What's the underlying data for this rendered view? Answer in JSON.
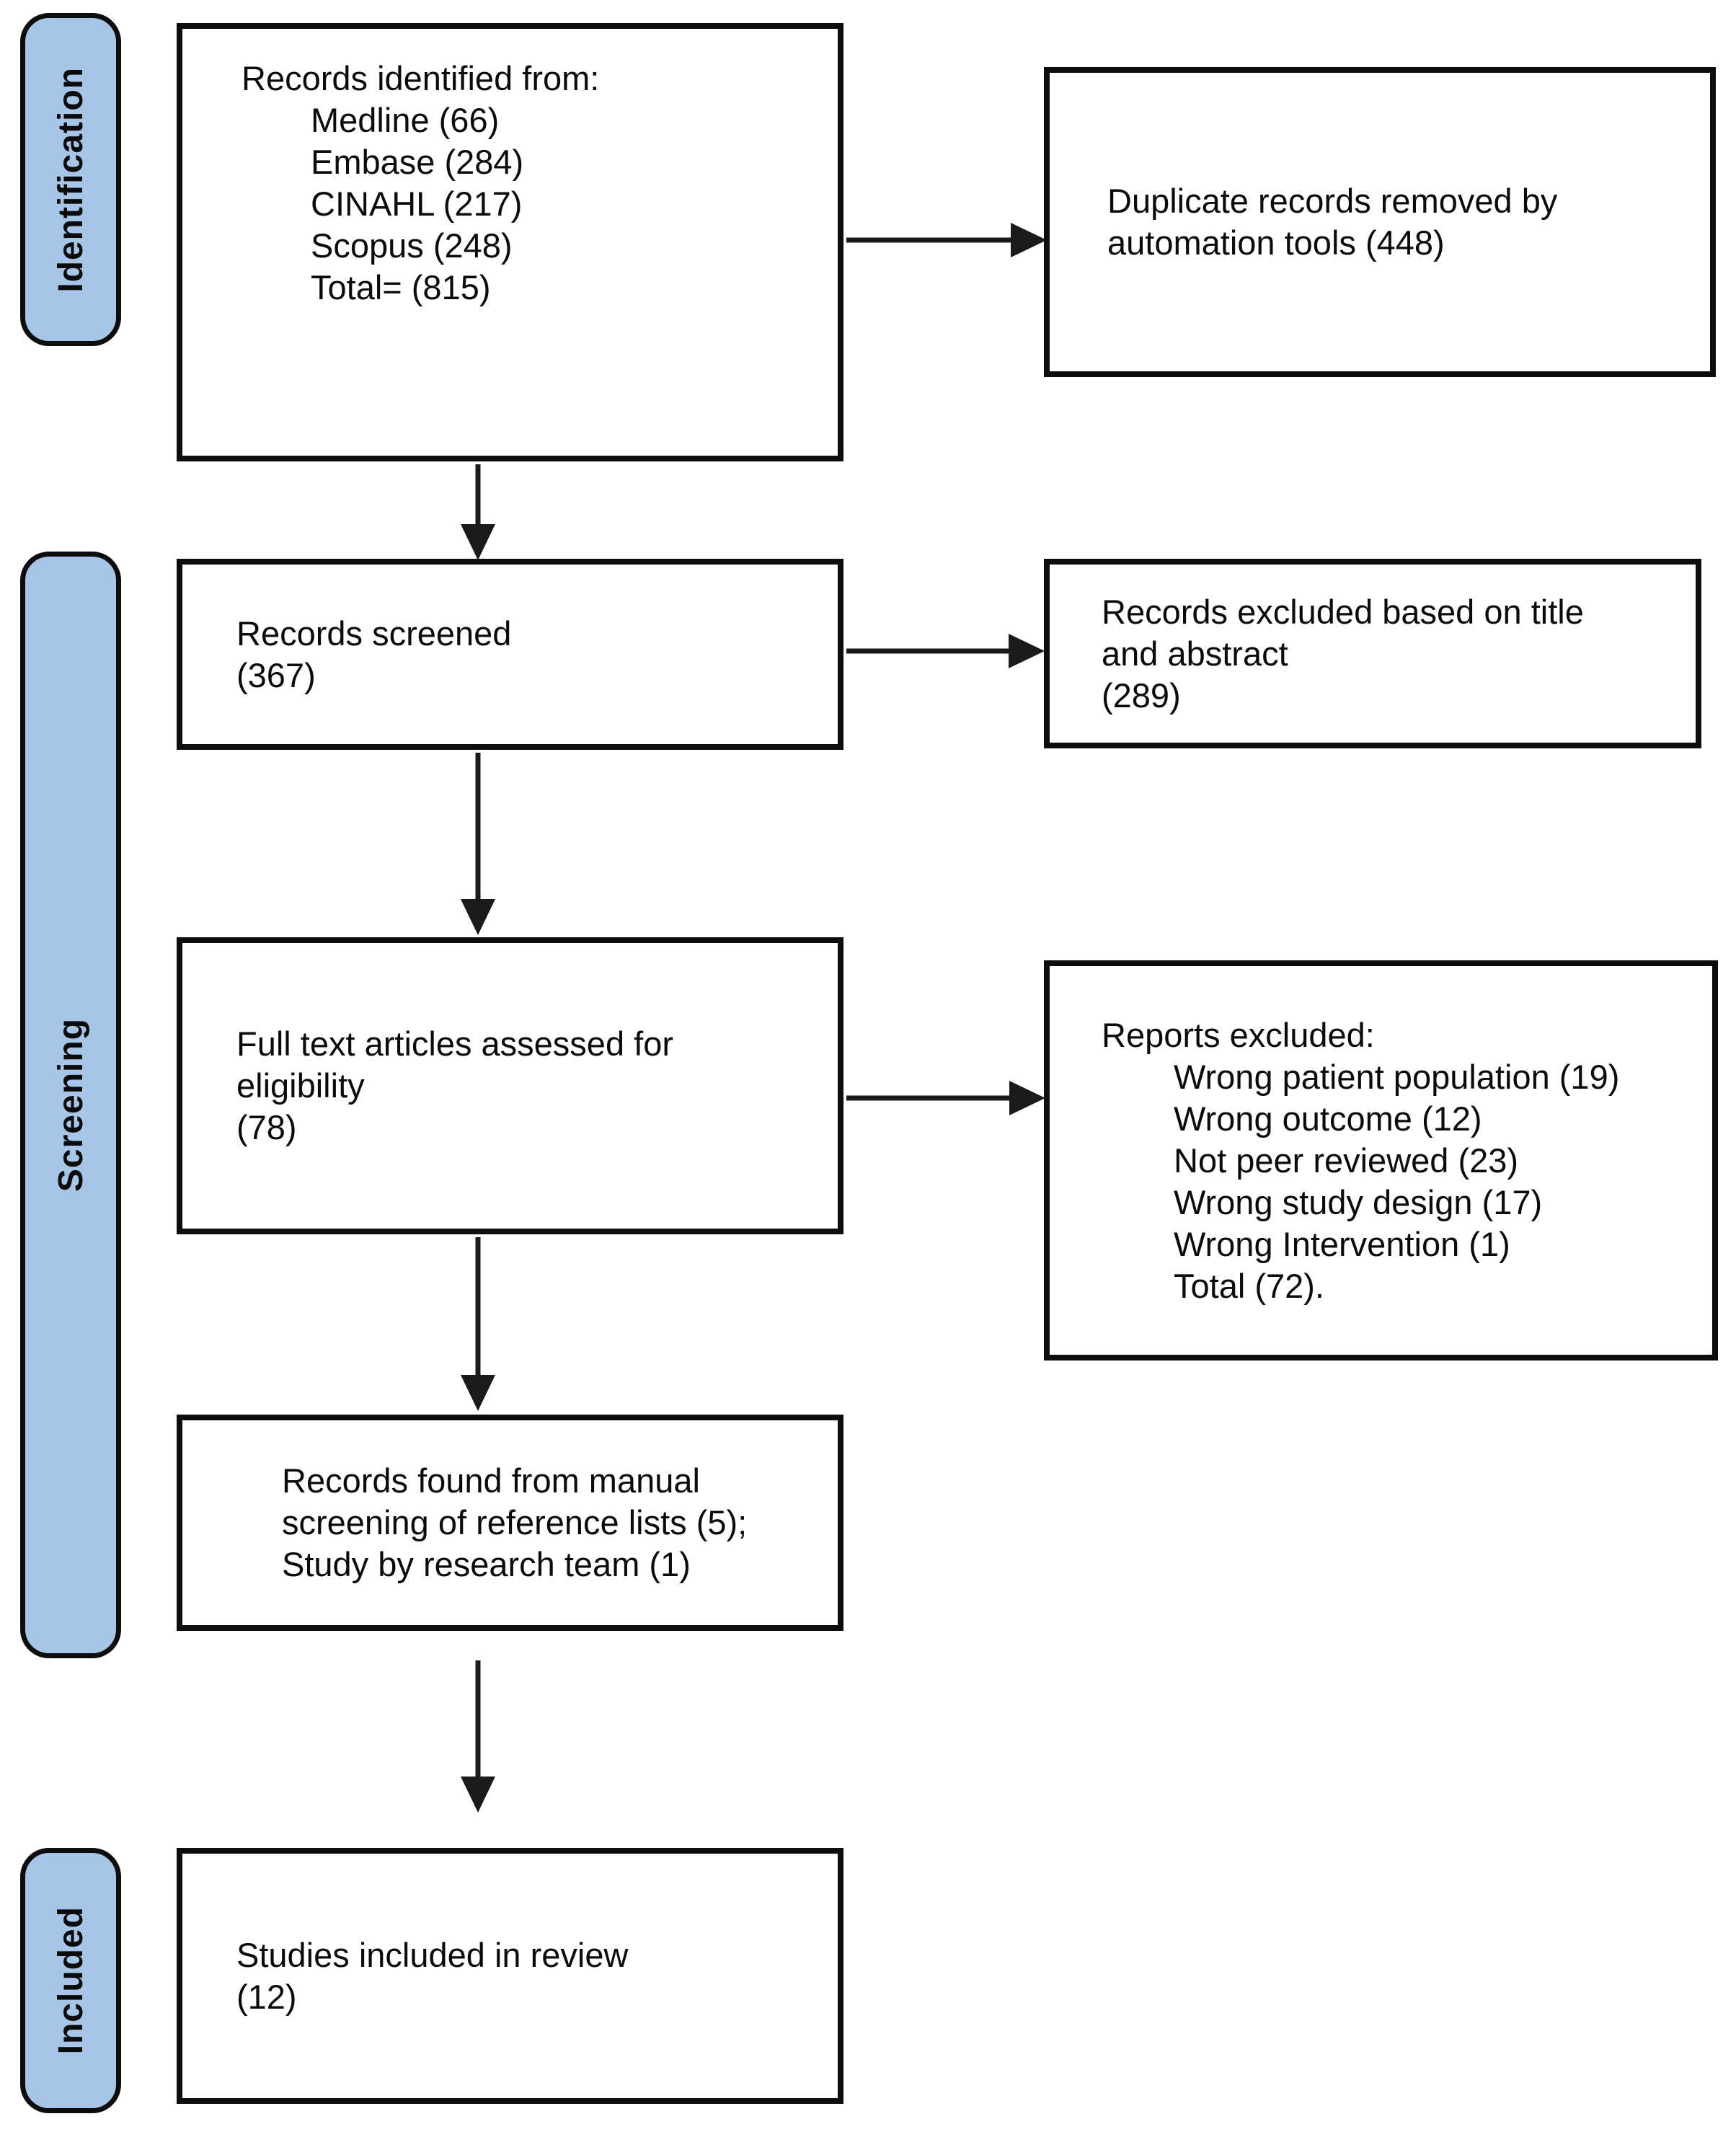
{
  "stages": {
    "identification": "Identification",
    "screening": "Screening",
    "included": "Included"
  },
  "boxes": {
    "records_identified": {
      "title": "Records identified from:",
      "sources": [
        "Medline (66)",
        "Embase (284)",
        "CINAHL (217)",
        "Scopus (248)",
        "Total= (815)"
      ]
    },
    "duplicates_removed": {
      "text": "Duplicate records removed by automation tools (448)"
    },
    "records_screened": {
      "label": "Records screened",
      "count": "(367)"
    },
    "records_excluded": {
      "label": "Records excluded based on title and abstract",
      "count": "(289)"
    },
    "full_text_assessed": {
      "label": "Full text articles assessed for eligibility",
      "count": "(78)"
    },
    "reports_excluded": {
      "title": "Reports excluded:",
      "reasons": [
        "Wrong patient population (19)",
        "Wrong outcome (12)",
        "Not peer reviewed (23)",
        "Wrong study design (17)",
        "Wrong Intervention (1)",
        "Total (72)."
      ]
    },
    "manual_screening": {
      "text": "Records found from manual screening of reference lists (5); Study by research team (1)"
    },
    "studies_included": {
      "label": "Studies included in review",
      "count": "(12)"
    }
  },
  "colors": {
    "stage_fill": "#a7c6e7",
    "box_border": "#0d0d0d",
    "arrow": "#1a1a1a",
    "text": "#0b0b0b",
    "background": "#ffffff"
  }
}
